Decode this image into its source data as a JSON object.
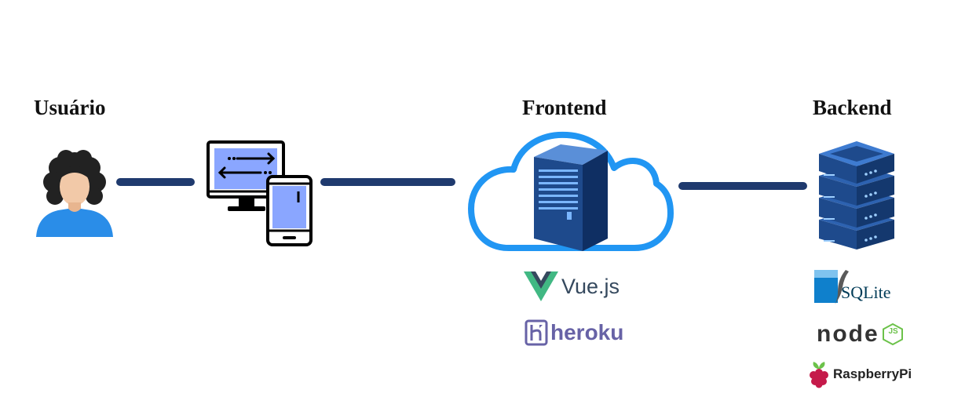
{
  "headings": {
    "user": "Usuário",
    "frontend": "Frontend",
    "backend": "Backend"
  },
  "colors": {
    "connector": "#1f3a6e",
    "cloud_outline": "#2196f3",
    "user_shirt": "#2a8de8",
    "screen_fill": "#8aa6ff",
    "server_blue": "#1e4a8c",
    "vue_green": "#41b883",
    "vue_dark": "#35495e",
    "heroku_purple": "#6762a6",
    "node_green": "#6cc24a",
    "raspberry_red": "#c51a4a",
    "sqlite_blue": "#0f80cc"
  },
  "icons": {
    "user": "user-avatar-icon",
    "devices": "desktop-and-mobile-icon",
    "frontend": "cloud-server-icon",
    "backend": "server-stack-icon"
  },
  "logos": {
    "frontend": [
      {
        "name": "vue-logo",
        "text": "Vue.js"
      },
      {
        "name": "heroku-logo",
        "text": "heroku"
      }
    ],
    "backend": [
      {
        "name": "sqlite-logo",
        "text": "SQLite"
      },
      {
        "name": "nodejs-logo",
        "text": "node",
        "badge": "JS"
      },
      {
        "name": "raspberrypi-logo",
        "text": "RaspberryPi"
      }
    ]
  }
}
